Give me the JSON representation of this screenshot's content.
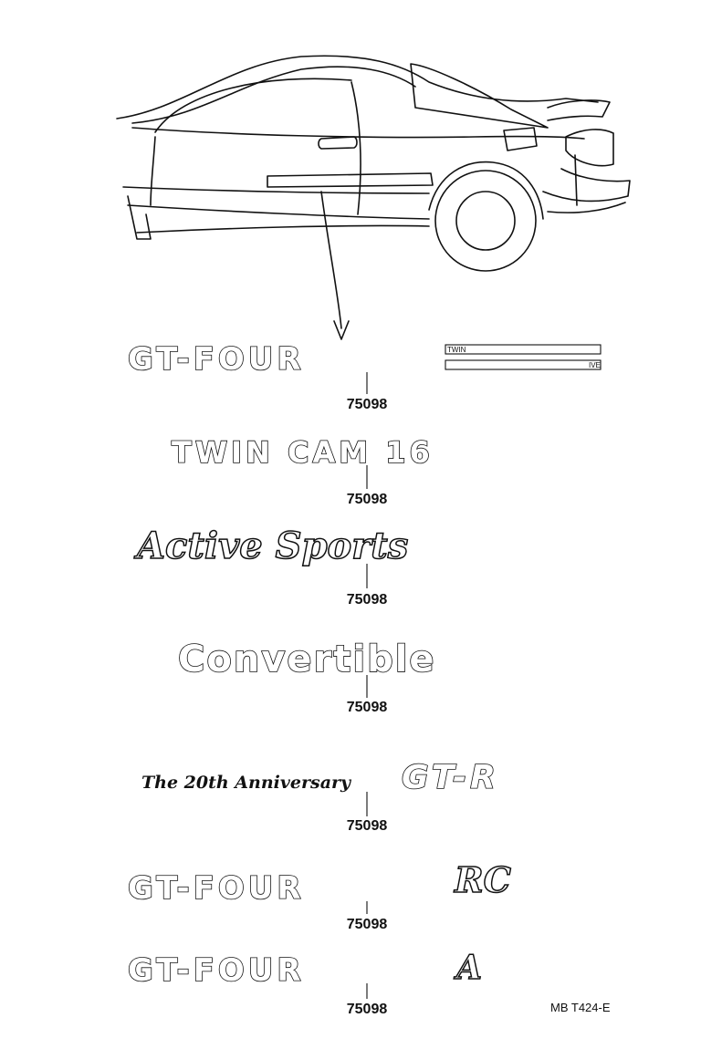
{
  "emblems": [
    {
      "text": "GT-FOUR",
      "part": "75098",
      "side_small_top": "TWIN",
      "side_small_bottom": "IVE"
    },
    {
      "text": "TWIN CAM 16",
      "part": "75098"
    },
    {
      "text": "Active Sports",
      "part": "75098"
    },
    {
      "text": "Convertible",
      "part": "75098"
    },
    {
      "script": "The 20th Anniversary",
      "text": "GT-R",
      "part": "75098"
    },
    {
      "text": "GT-FOUR",
      "suffix": "RC",
      "part": "75098"
    },
    {
      "text": "GT-FOUR",
      "suffix": "A",
      "part": "75098"
    }
  ],
  "diagram_code": "MB T424-E"
}
